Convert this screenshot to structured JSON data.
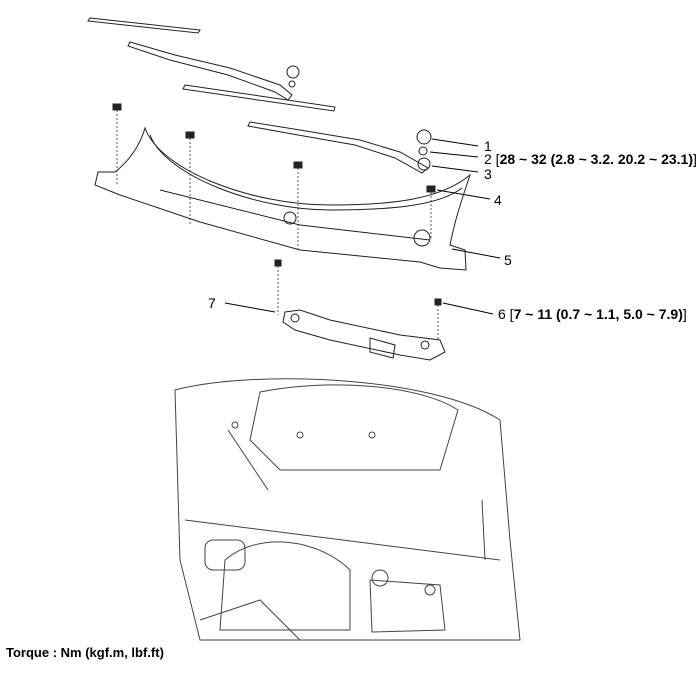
{
  "callouts": [
    {
      "num": "1",
      "spec": ""
    },
    {
      "num": "2",
      "spec": "28 ~ 32 (2.8 ~ 3.2. 20.2 ~ 23.1)"
    },
    {
      "num": "3",
      "spec": ""
    },
    {
      "num": "4",
      "spec": ""
    },
    {
      "num": "5",
      "spec": ""
    },
    {
      "num": "6",
      "spec": "7 ~ 11 (0.7 ~ 1.1, 5.0 ~ 7.9)"
    },
    {
      "num": "7",
      "spec": ""
    }
  ],
  "torque_note": "Torque : Nm (kgf.m, lbf.ft)"
}
